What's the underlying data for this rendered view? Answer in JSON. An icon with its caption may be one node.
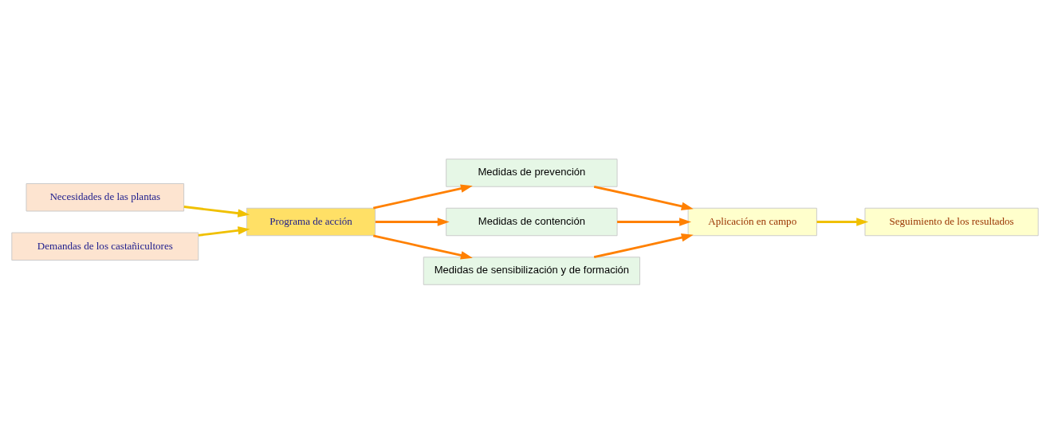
{
  "diagram": {
    "nodes": [
      {
        "text": [
          "Necesidades de las plantas"
        ]
      },
      {
        "text": [
          "Demandas de los castañicultores"
        ]
      },
      {
        "text": [
          "Programa de acción"
        ]
      },
      {
        "text": [
          "Medidas de prevención"
        ]
      },
      {
        "text": [
          "Medidas de contención"
        ]
      },
      {
        "text": [
          "Medidas de sensibilización y de formación"
        ]
      },
      {
        "text": [
          "Aplicación en campo"
        ]
      },
      {
        "text": [
          "Seguimiento de los resultados"
        ]
      }
    ],
    "edges": [
      {
        "from": 0,
        "to": 2,
        "arrow": "to",
        "color": "#f0c000"
      },
      {
        "from": 1,
        "to": 2,
        "arrow": "to",
        "color": "#f0c000"
      },
      {
        "from": 2,
        "to": 3,
        "arrow": "to"
      },
      {
        "from": 2,
        "to": 4,
        "arrow": "to"
      },
      {
        "from": 2,
        "to": 5,
        "arrow": "to"
      },
      {
        "from": 3,
        "to": 6,
        "arrow": "to"
      },
      {
        "from": 4,
        "to": 6,
        "arrow": "to"
      },
      {
        "from": 5,
        "to": 6,
        "arrow": "to"
      },
      {
        "from": 6,
        "to": 7,
        "arrow": "to",
        "color": "#f0c000"
      }
    ]
  }
}
